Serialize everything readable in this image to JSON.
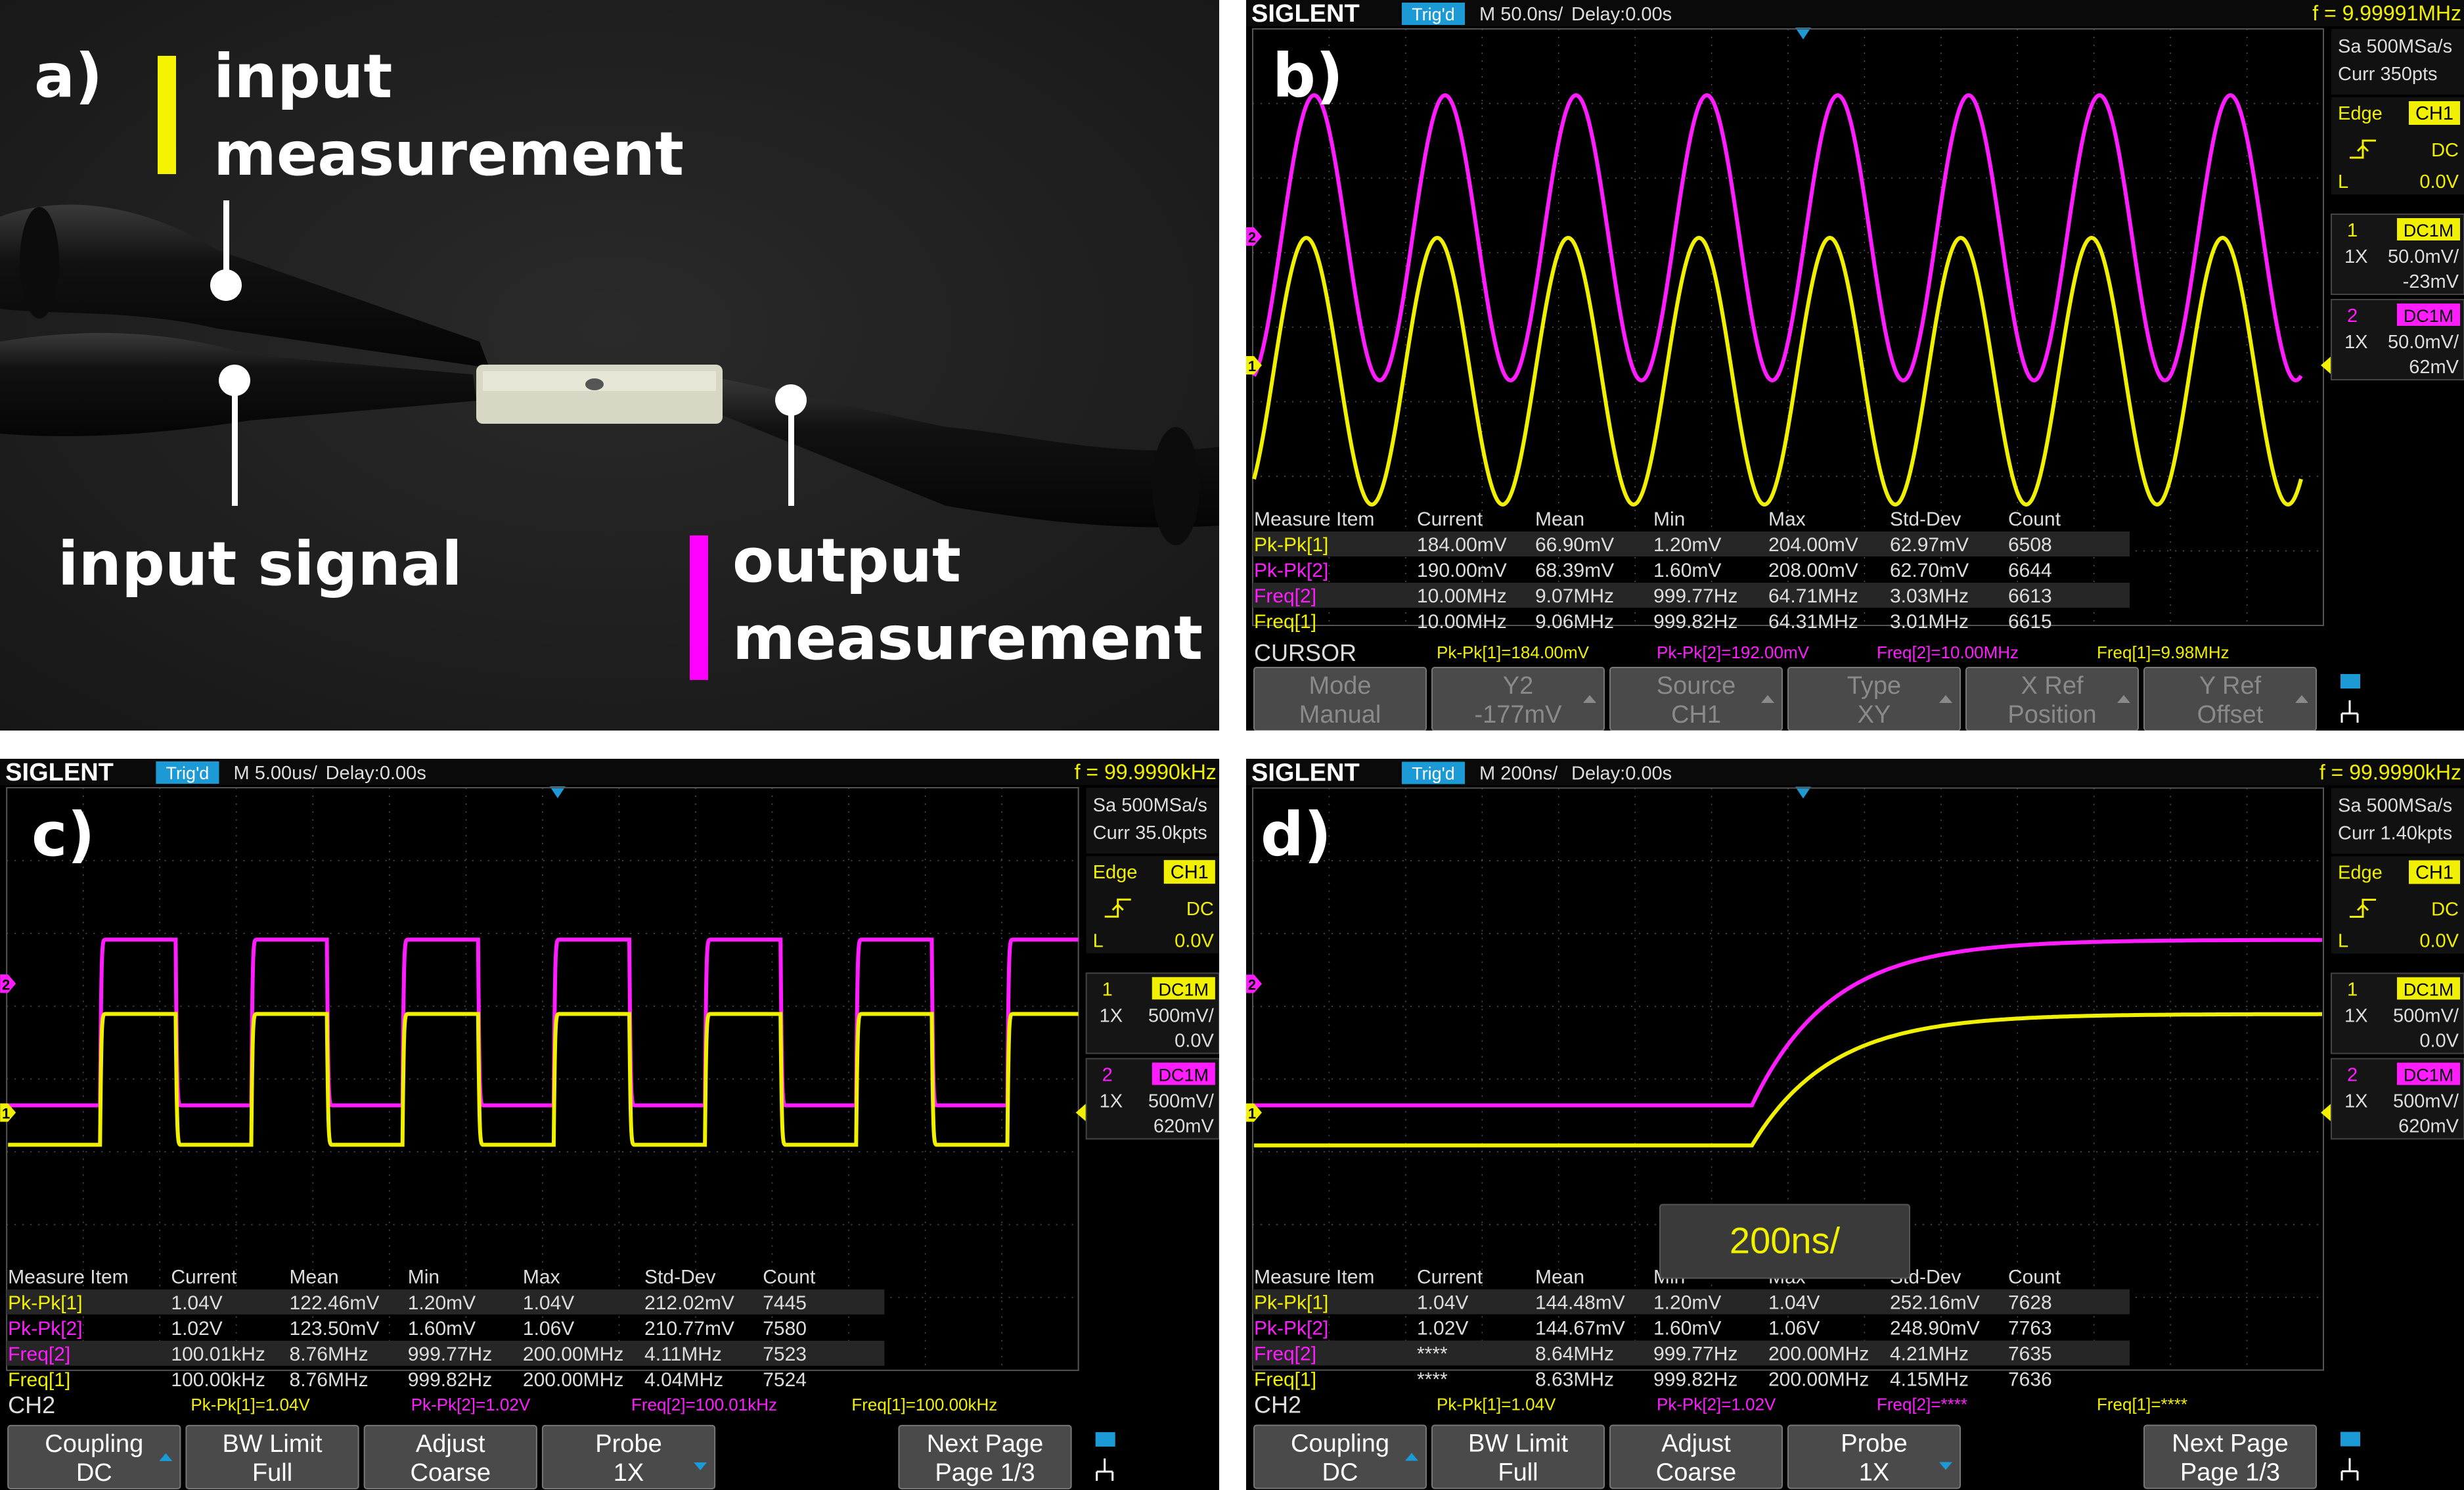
{
  "panel_a": {
    "label": "a)",
    "input_measurement": [
      "input",
      "measurement"
    ],
    "input_signal": "input signal",
    "output_measurement": [
      "output",
      "measurement"
    ],
    "colors": {
      "yellow": "#f6f300",
      "magenta": "#ff00ff"
    }
  },
  "scopes": {
    "b": {
      "label": "b)",
      "brand": "SIGLENT",
      "status": "Trig'd",
      "timebase": "M 50.0ns/",
      "delay": "Delay:0.00s",
      "freq": "f = 9.99991MHz",
      "sa": "Sa 500MSa/s",
      "curr": "Curr 350pts",
      "trig": {
        "edge": "Edge",
        "src": "CH1",
        "coup": "DC",
        "lvl_l": "L",
        "lvl": "0.0V"
      },
      "ch1": {
        "num": "1",
        "coup": "DC1M",
        "probe": "1X",
        "scale": "50.0mV/",
        "offset": "-23mV"
      },
      "ch2": {
        "num": "2",
        "coup": "DC1M",
        "probe": "1X",
        "scale": "50.0mV/",
        "offset": "62mV"
      },
      "ch1_marker": "1",
      "ch2_marker": "2",
      "headers": [
        "Measure Item",
        "Current",
        "Mean",
        "Min",
        "Max",
        "Std-Dev",
        "Count"
      ],
      "rows": [
        {
          "color": "yellow",
          "cells": [
            "Pk-Pk[1]",
            "184.00mV",
            "66.90mV",
            "1.20mV",
            "204.00mV",
            "62.97mV",
            "6508"
          ]
        },
        {
          "color": "magenta",
          "cells": [
            "Pk-Pk[2]",
            "190.00mV",
            "68.39mV",
            "1.60mV",
            "208.00mV",
            "62.70mV",
            "6644"
          ]
        },
        {
          "color": "magenta",
          "cells": [
            "Freq[2]",
            "10.00MHz",
            "9.07MHz",
            "999.77Hz",
            "64.71MHz",
            "3.03MHz",
            "6613"
          ]
        },
        {
          "color": "yellow",
          "cells": [
            "Freq[1]",
            "10.00MHz",
            "9.06MHz",
            "999.82Hz",
            "64.31MHz",
            "3.01MHz",
            "6615"
          ]
        }
      ],
      "status_label": "CURSOR",
      "status_items": [
        {
          "color": "yellow",
          "text": "Pk-Pk[1]=184.00mV"
        },
        {
          "color": "magenta",
          "text": "Pk-Pk[2]=192.00mV"
        },
        {
          "color": "magenta",
          "text": "Freq[2]=10.00MHz"
        },
        {
          "color": "yellow",
          "text": "Freq[1]=9.98MHz"
        }
      ],
      "dim": true,
      "buttons": [
        {
          "top": "Mode",
          "bottom": "Manual",
          "arrow": false
        },
        {
          "top": "Y2",
          "bottom": "-177mV",
          "arrow": true
        },
        {
          "top": "Source",
          "bottom": "CH1",
          "arrow": true
        },
        {
          "top": "Type",
          "bottom": "XY",
          "arrow": true
        },
        {
          "top": "X Ref",
          "bottom": "Position",
          "arrow": true
        },
        {
          "top": "Y Ref",
          "bottom": "Offset",
          "arrow": true
        }
      ],
      "overlay": ""
    },
    "c": {
      "label": "c)",
      "brand": "SIGLENT",
      "status": "Trig'd",
      "timebase": "M 5.00us/",
      "delay": "Delay:0.00s",
      "freq": "f = 99.9990kHz",
      "sa": "Sa 500MSa/s",
      "curr": "Curr 35.0kpts",
      "trig": {
        "edge": "Edge",
        "src": "CH1",
        "coup": "DC",
        "lvl_l": "L",
        "lvl": "0.0V"
      },
      "ch1": {
        "num": "1",
        "coup": "DC1M",
        "probe": "1X",
        "scale": "500mV/",
        "offset": "0.0V"
      },
      "ch2": {
        "num": "2",
        "coup": "DC1M",
        "probe": "1X",
        "scale": "500mV/",
        "offset": "620mV"
      },
      "ch1_marker": "1",
      "ch2_marker": "2",
      "headers": [
        "Measure Item",
        "Current",
        "Mean",
        "Min",
        "Max",
        "Std-Dev",
        "Count"
      ],
      "rows": [
        {
          "color": "yellow",
          "cells": [
            "Pk-Pk[1]",
            "1.04V",
            "122.46mV",
            "1.20mV",
            "1.04V",
            "212.02mV",
            "7445"
          ]
        },
        {
          "color": "magenta",
          "cells": [
            "Pk-Pk[2]",
            "1.02V",
            "123.50mV",
            "1.60mV",
            "1.06V",
            "210.77mV",
            "7580"
          ]
        },
        {
          "color": "magenta",
          "cells": [
            "Freq[2]",
            "100.01kHz",
            "8.76MHz",
            "999.77Hz",
            "200.00MHz",
            "4.11MHz",
            "7523"
          ]
        },
        {
          "color": "yellow",
          "cells": [
            "Freq[1]",
            "100.00kHz",
            "8.76MHz",
            "999.82Hz",
            "200.00MHz",
            "4.04MHz",
            "7524"
          ]
        }
      ],
      "status_label": "CH2",
      "status_items": [
        {
          "color": "yellow",
          "text": "Pk-Pk[1]=1.04V"
        },
        {
          "color": "magenta",
          "text": "Pk-Pk[2]=1.02V"
        },
        {
          "color": "magenta",
          "text": "Freq[2]=100.01kHz"
        },
        {
          "color": "yellow",
          "text": "Freq[1]=100.00kHz"
        }
      ],
      "dim": false,
      "buttons": [
        {
          "top": "Coupling",
          "bottom": "DC",
          "arrow": true
        },
        {
          "top": "BW Limit",
          "bottom": "Full",
          "arrow": false
        },
        {
          "top": "Adjust",
          "bottom": "Coarse",
          "arrow": false
        },
        {
          "top": "Probe",
          "bottom": "1X",
          "arrow": true
        },
        {
          "top": "",
          "bottom": "",
          "arrow": false,
          "hidden": true
        },
        {
          "top": "Next Page",
          "bottom": "Page 1/3",
          "arrow": false
        }
      ],
      "overlay": ""
    },
    "d": {
      "label": "d)",
      "brand": "SIGLENT",
      "status": "Trig'd",
      "timebase": "M 200ns/",
      "delay": "Delay:0.00s",
      "freq": "f = 99.9990kHz",
      "sa": "Sa 500MSa/s",
      "curr": "Curr 1.40kpts",
      "trig": {
        "edge": "Edge",
        "src": "CH1",
        "coup": "DC",
        "lvl_l": "L",
        "lvl": "0.0V"
      },
      "ch1": {
        "num": "1",
        "coup": "DC1M",
        "probe": "1X",
        "scale": "500mV/",
        "offset": "0.0V"
      },
      "ch2": {
        "num": "2",
        "coup": "DC1M",
        "probe": "1X",
        "scale": "500mV/",
        "offset": "620mV"
      },
      "ch1_marker": "1",
      "ch2_marker": "2",
      "headers": [
        "Measure Item",
        "Current",
        "Mean",
        "Min",
        "Max",
        "Std-Dev",
        "Count"
      ],
      "rows": [
        {
          "color": "yellow",
          "cells": [
            "Pk-Pk[1]",
            "1.04V",
            "144.48mV",
            "1.20mV",
            "1.04V",
            "252.16mV",
            "7628"
          ]
        },
        {
          "color": "magenta",
          "cells": [
            "Pk-Pk[2]",
            "1.02V",
            "144.67mV",
            "1.60mV",
            "1.06V",
            "248.90mV",
            "7763"
          ]
        },
        {
          "color": "magenta",
          "cells": [
            "Freq[2]",
            "****",
            "8.64MHz",
            "999.77Hz",
            "200.00MHz",
            "4.21MHz",
            "7635"
          ]
        },
        {
          "color": "yellow",
          "cells": [
            "Freq[1]",
            "****",
            "8.63MHz",
            "999.82Hz",
            "200.00MHz",
            "4.15MHz",
            "7636"
          ]
        }
      ],
      "status_label": "CH2",
      "status_items": [
        {
          "color": "yellow",
          "text": "Pk-Pk[1]=1.04V"
        },
        {
          "color": "magenta",
          "text": "Pk-Pk[2]=1.02V"
        },
        {
          "color": "magenta",
          "text": "Freq[2]=****"
        },
        {
          "color": "yellow",
          "text": "Freq[1]=****"
        }
      ],
      "dim": false,
      "buttons": [
        {
          "top": "Coupling",
          "bottom": "DC",
          "arrow": true
        },
        {
          "top": "BW Limit",
          "bottom": "Full",
          "arrow": false
        },
        {
          "top": "Adjust",
          "bottom": "Coarse",
          "arrow": false
        },
        {
          "top": "Probe",
          "bottom": "1X",
          "arrow": true
        },
        {
          "top": "",
          "bottom": "",
          "arrow": false,
          "hidden": true
        },
        {
          "top": "Next Page",
          "bottom": "Page 1/3",
          "arrow": false
        }
      ],
      "overlay": "200ns/"
    }
  },
  "colors": {
    "ch1": "#f0f000",
    "ch2": "#ff1cff",
    "brand_blue": "#1b9ad6",
    "grid": "#555555",
    "screen_bg": "#000000"
  }
}
